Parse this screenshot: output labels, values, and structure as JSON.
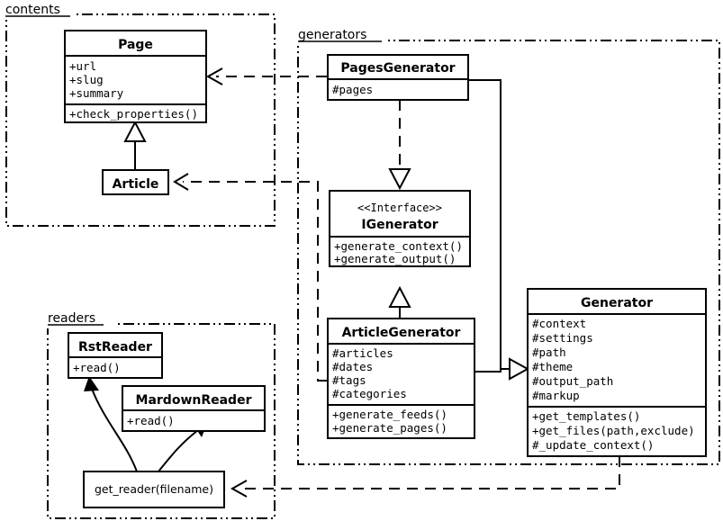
{
  "diagram": {
    "title": "UML class diagram",
    "background": "#ffffff",
    "stroke": "#000000"
  },
  "packages": [
    {
      "id": "contents",
      "label": "contents"
    },
    {
      "id": "generators",
      "label": "generators"
    },
    {
      "id": "readers",
      "label": "readers"
    }
  ],
  "classes": {
    "page": {
      "name": "Page",
      "stereotype": "",
      "attributes": [
        "+url",
        "+slug",
        "+summary"
      ],
      "methods": [
        "+check_properties()"
      ]
    },
    "article": {
      "name": "Article",
      "stereotype": "",
      "attributes": [],
      "methods": []
    },
    "pages_generator": {
      "name": "PagesGenerator",
      "stereotype": "",
      "attributes": [
        "#pages"
      ],
      "methods": []
    },
    "igenerator": {
      "name": "IGenerator",
      "stereotype": "<<Interface>>",
      "attributes": [],
      "methods": [
        "+generate_context()",
        "+generate_output()"
      ]
    },
    "article_generator": {
      "name": "ArticleGenerator",
      "stereotype": "",
      "attributes": [
        "#articles",
        "#dates",
        "#tags",
        "#categories"
      ],
      "methods": [
        "+generate_feeds()",
        "+generate_pages()"
      ]
    },
    "generator": {
      "name": "Generator",
      "stereotype": "",
      "attributes": [
        "#context",
        "#settings",
        "#path",
        "#theme",
        "#output_path",
        "#markup"
      ],
      "methods": [
        "+get_templates()",
        "+get_files(path,exclude)",
        "#_update_context()"
      ]
    },
    "rst_reader": {
      "name": "RstReader",
      "stereotype": "",
      "attributes": [],
      "methods": [
        "+read()"
      ]
    },
    "mardown_reader": {
      "name": "MardownReader",
      "stereotype": "",
      "attributes": [],
      "methods": [
        "+read()"
      ]
    },
    "get_reader": {
      "name": "get_reader(filename)",
      "stereotype": "",
      "attributes": [],
      "methods": []
    }
  },
  "relations": [
    {
      "id": "article-inherits-page",
      "from": "article",
      "to": "page",
      "type": "generalization"
    },
    {
      "id": "pagesgenerator-realizes-igenerator",
      "from": "pages_generator",
      "to": "igenerator",
      "type": "realization"
    },
    {
      "id": "articlegenerator-realizes-igenerator",
      "from": "article_generator",
      "to": "igenerator",
      "type": "generalization"
    },
    {
      "id": "pagesgenerator-inherits-generator",
      "from": "pages_generator",
      "to": "generator",
      "type": "generalization"
    },
    {
      "id": "articlegenerator-inherits-generator",
      "from": "article_generator",
      "to": "generator",
      "type": "generalization"
    },
    {
      "id": "pagesgenerator-uses-page",
      "from": "pages_generator",
      "to": "page",
      "type": "dependency"
    },
    {
      "id": "articlegenerator-uses-article",
      "from": "article_generator",
      "to": "article",
      "type": "dependency"
    },
    {
      "id": "generator-uses-getreader",
      "from": "generator",
      "to": "get_reader",
      "type": "dependency"
    },
    {
      "id": "getreader-creates-rstreader",
      "from": "get_reader",
      "to": "rst_reader",
      "type": "creates"
    },
    {
      "id": "getreader-creates-mardownreader",
      "from": "get_reader",
      "to": "mardown_reader",
      "type": "creates"
    }
  ]
}
